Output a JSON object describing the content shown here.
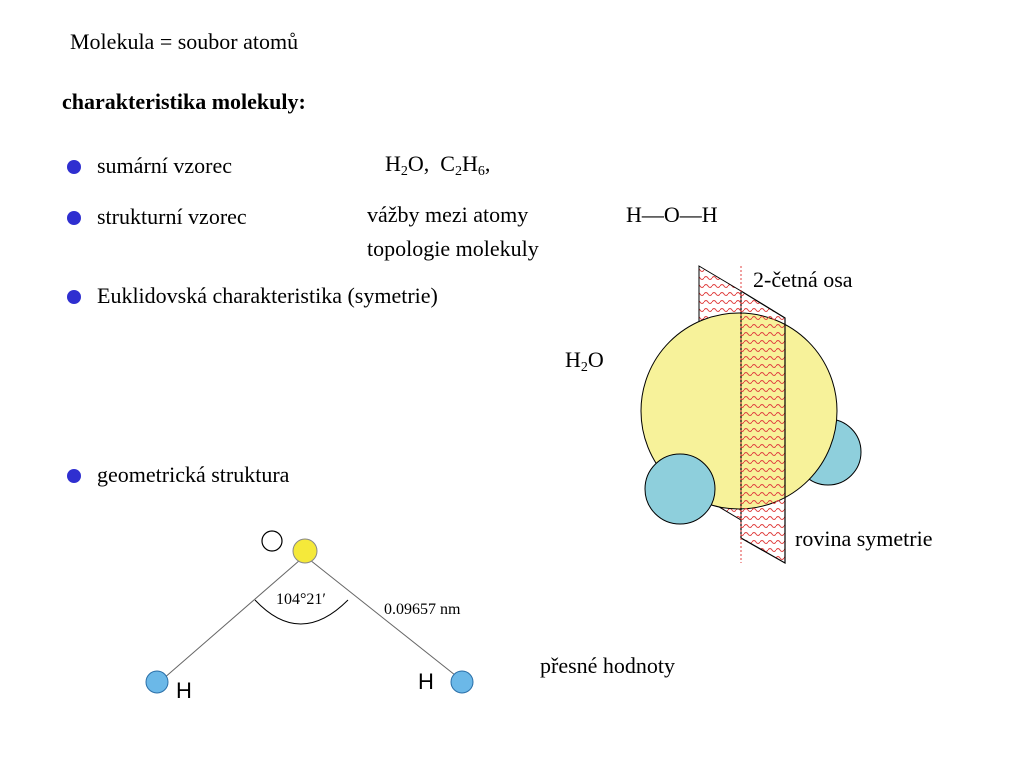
{
  "title": "Molekula = soubor atomů",
  "heading": "charakteristika molekuly:",
  "bullets": [
    {
      "label": "sumární vzorec"
    },
    {
      "label": "strukturní vzorec"
    },
    {
      "label": "Euklidovská charakteristika (symetrie)"
    },
    {
      "label": "geometrická struktura"
    }
  ],
  "formula": {
    "h2o": {
      "h": "H",
      "sub2": "2",
      "o": "O,"
    },
    "c2h6": {
      "c": "C",
      "sub2": "2",
      "h": "H",
      "sub6": "6",
      "comma": ","
    }
  },
  "structural": {
    "line1": "vazby mezi atomy",
    "line1_exact": "vážby mezi atomy",
    "line2": "topologie molekuly",
    "formula": "H—O—H"
  },
  "symmetry": {
    "axis_label": "2-četná osa",
    "plane_label": "rovina symetrie",
    "molecule": {
      "h": "H",
      "sub2": "2",
      "o": "O"
    }
  },
  "geometry": {
    "oxygen_label": "O",
    "hydrogen_left_label": "H",
    "hydrogen_right_label": "H",
    "angle_label": "104°21′",
    "bond_length_label": "0.09657 nm",
    "precise_label": "přesné hodnoty"
  },
  "colors": {
    "bullet": "#2f2fd0",
    "oxygen": "#f7f29a",
    "hydrogen": "#8ecfdc",
    "plane_hatch": "#e04040"
  }
}
